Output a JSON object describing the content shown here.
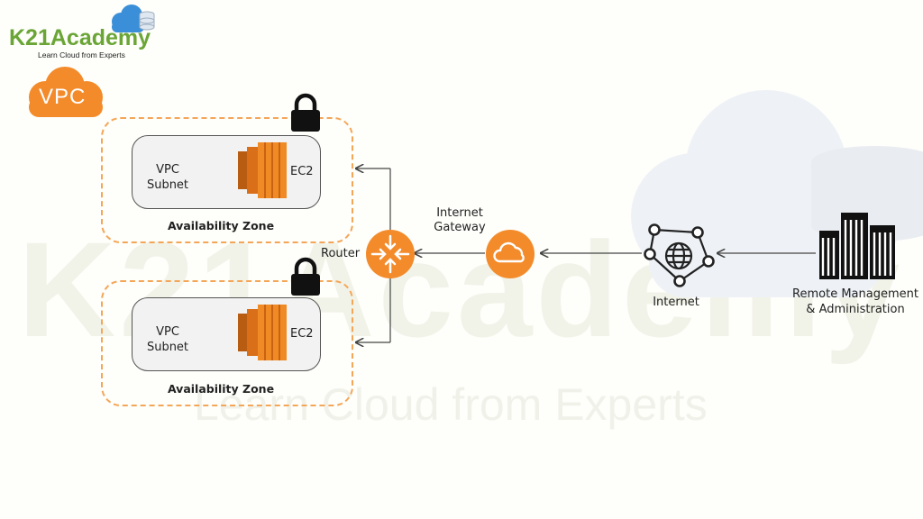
{
  "watermark": {
    "title": "K21Academy",
    "tagline": "Learn Cloud from Experts"
  },
  "logo": {
    "name": "K21Academy",
    "tagline": "Learn Cloud from Experts",
    "brand_color": "#6aa536"
  },
  "vpc_badge": {
    "label": "VPC",
    "color": "#f38b2b"
  },
  "zones": [
    {
      "subnet_label": "VPC\nSubnet",
      "instance_label": "EC2",
      "zone_label": "Availability Zone"
    },
    {
      "subnet_label": "VPC\nSubnet",
      "instance_label": "EC2",
      "zone_label": "Availability Zone"
    }
  ],
  "router": {
    "label": "Router"
  },
  "gateway": {
    "label": "Internet\nGateway"
  },
  "internet": {
    "label": "Internet"
  },
  "remote": {
    "label": "Remote Management\n& Administration"
  },
  "colors": {
    "orange": "#f38b2b",
    "dashed": "#f4a658",
    "ec2": "#e77d1e"
  }
}
